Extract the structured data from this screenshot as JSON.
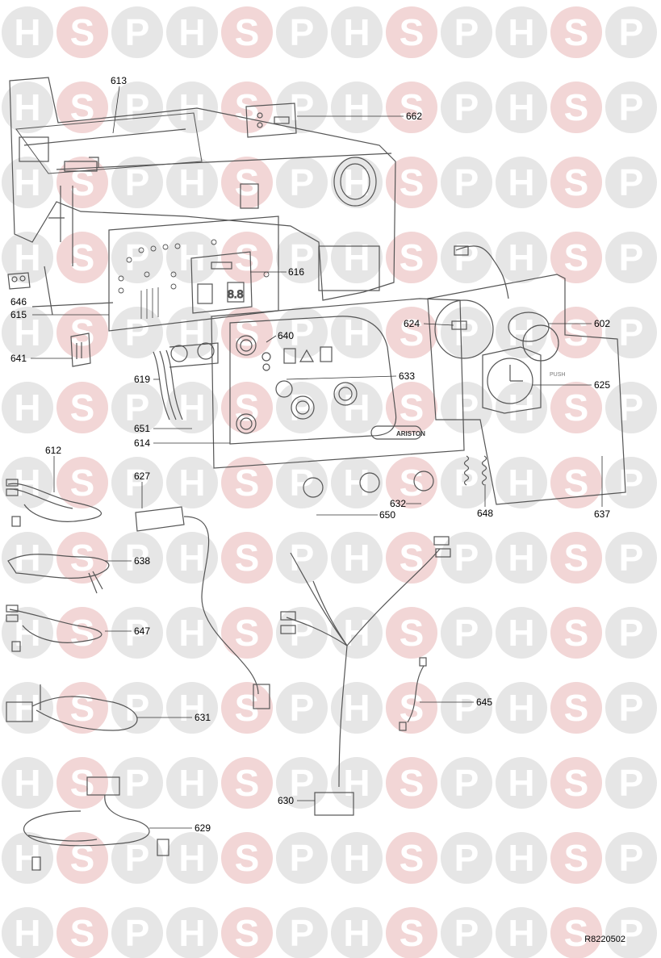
{
  "diagram": {
    "title": "600",
    "reference_code": "R8220502",
    "watermark": {
      "letters": [
        "H",
        "S",
        "P"
      ],
      "circle_color": "#e6e6e6",
      "accent_circle_color": "#f2d6d6",
      "letter_color": "#ffffff"
    },
    "line_color": "#555555",
    "display_text": "8.8",
    "panel_brand": "ARISTON",
    "push_label": "PUSH",
    "callouts": [
      {
        "id": "613",
        "label": "613"
      },
      {
        "id": "662",
        "label": "662"
      },
      {
        "id": "616",
        "label": "616"
      },
      {
        "id": "646",
        "label": "646"
      },
      {
        "id": "615",
        "label": "615"
      },
      {
        "id": "624",
        "label": "624"
      },
      {
        "id": "602",
        "label": "602"
      },
      {
        "id": "640",
        "label": "640"
      },
      {
        "id": "641",
        "label": "641"
      },
      {
        "id": "633",
        "label": "633"
      },
      {
        "id": "619",
        "label": "619"
      },
      {
        "id": "625",
        "label": "625"
      },
      {
        "id": "651",
        "label": "651"
      },
      {
        "id": "614",
        "label": "614"
      },
      {
        "id": "612",
        "label": "612"
      },
      {
        "id": "627",
        "label": "627"
      },
      {
        "id": "632",
        "label": "632"
      },
      {
        "id": "648",
        "label": "648"
      },
      {
        "id": "650",
        "label": "650"
      },
      {
        "id": "637",
        "label": "637"
      },
      {
        "id": "638",
        "label": "638"
      },
      {
        "id": "647",
        "label": "647"
      },
      {
        "id": "645",
        "label": "645"
      },
      {
        "id": "631",
        "label": "631"
      },
      {
        "id": "630",
        "label": "630"
      },
      {
        "id": "629",
        "label": "629"
      }
    ]
  }
}
